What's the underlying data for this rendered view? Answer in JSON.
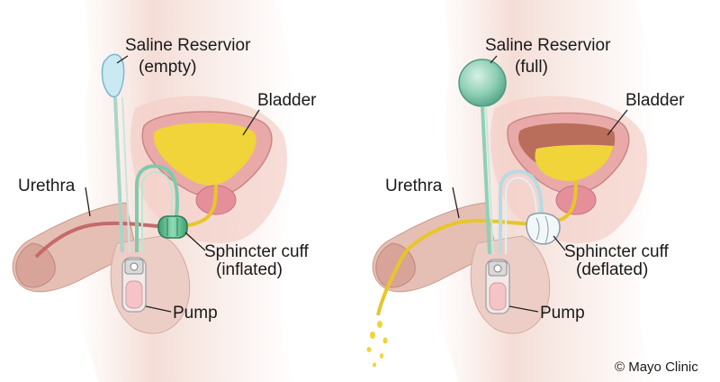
{
  "left_panel": {
    "reservoir_label": "Saline Reservior",
    "reservoir_state": "(empty)",
    "bladder_label": "Bladder",
    "urethra_label": "Urethra",
    "cuff_label": "Sphincter cuff",
    "cuff_state": "(inflated)",
    "pump_label": "Pump"
  },
  "right_panel": {
    "reservoir_label": "Saline Reservior",
    "reservoir_state": "(full)",
    "bladder_label": "Bladder",
    "urethra_label": "Urethra",
    "cuff_label": "Sphincter cuff",
    "cuff_state": "(deflated)",
    "pump_label": "Pump"
  },
  "copyright": "© Mayo Clinic",
  "colors": {
    "skin": "#f4ddd6",
    "tissue": "#eebcb8",
    "bladder_wall": "#e9a9a9",
    "urine": "#f0d43a",
    "saline": "#8fd0b6",
    "tube": "#a8d6c8"
  }
}
